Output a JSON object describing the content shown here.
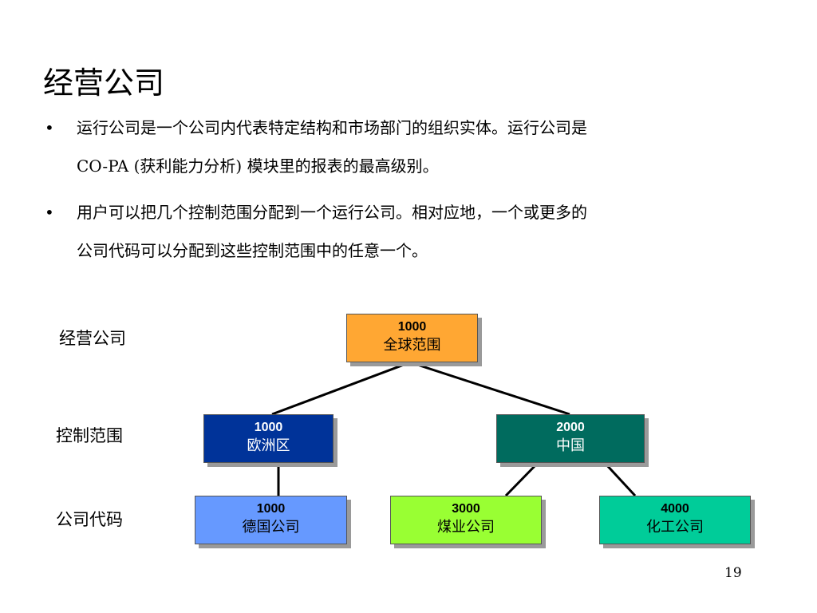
{
  "title": "经营公司",
  "bullets": [
    {
      "marker": "•",
      "lines": [
        "运行公司是一个公司内代表特定结构和市场部门的组织实体。运行公司是",
        "CO-PA (获利能力分析) 模块里的报表的最高级别。"
      ]
    },
    {
      "marker": "•",
      "lines": [
        "用户可以把几个控制范围分配到一个运行公司。相对应地，一个或更多的",
        "公司代码可以分配到这些控制范围中的任意一个。"
      ]
    }
  ],
  "hierarchy_labels": {
    "operating_concern": "经营公司",
    "controlling_area": "控制范围",
    "company_code": "公司代码"
  },
  "nodes": {
    "global": {
      "code": "1000",
      "name": "全球范围",
      "color": "#FFA733",
      "text_color": "#000000"
    },
    "europe": {
      "code": "1000",
      "name": "欧洲区",
      "color": "#003399",
      "text_color": "#FFFFFF"
    },
    "china": {
      "code": "2000",
      "name": "中国",
      "color": "#006B5E",
      "text_color": "#FFFFFF"
    },
    "germany": {
      "code": "1000",
      "name": "德国公司",
      "color": "#6699FF",
      "text_color": "#000000"
    },
    "coal": {
      "code": "3000",
      "name": "煤业公司",
      "color": "#99FF33",
      "text_color": "#000000"
    },
    "chemical": {
      "code": "4000",
      "name": "化工公司",
      "color": "#00CC99",
      "text_color": "#000000"
    }
  },
  "page_number": "19"
}
